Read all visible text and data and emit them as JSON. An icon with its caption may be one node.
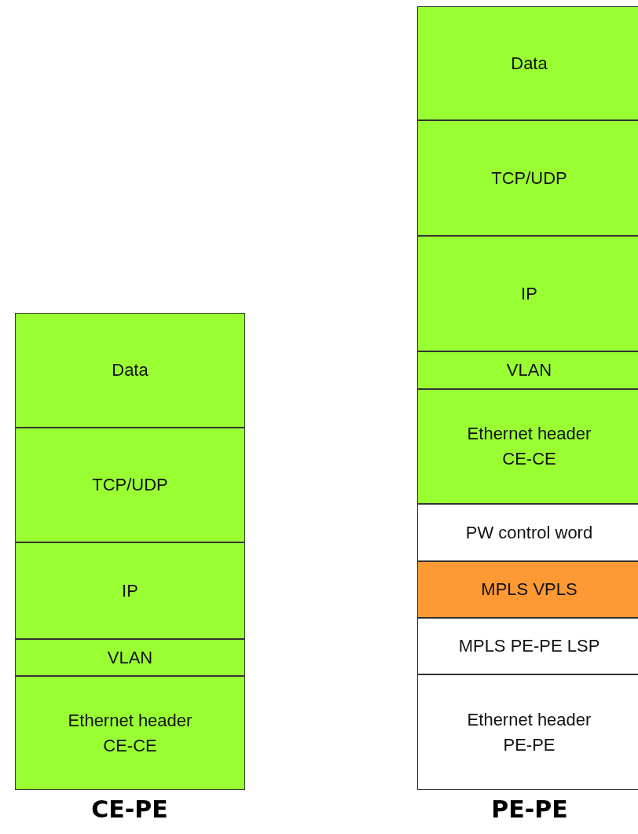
{
  "diagram": {
    "nodes": [
      {
        "text": [
          "Data"
        ]
      },
      {
        "text": [
          "TCP/UDP"
        ]
      },
      {
        "text": [
          "IP"
        ]
      },
      {
        "text": [
          "VLAN"
        ]
      },
      {
        "text": [
          "Ethernet header CE-CE"
        ]
      },
      {
        "text": [
          "Data"
        ]
      },
      {
        "text": [
          "TCP/UDP"
        ]
      },
      {
        "text": [
          "IP"
        ]
      },
      {
        "text": [
          "VLAN"
        ]
      },
      {
        "text": [
          "Ethernet header CE-CE"
        ]
      },
      {
        "text": [
          "PW control word"
        ]
      },
      {
        "text": [
          "MPLS VPLS"
        ]
      },
      {
        "text": [
          "MPLS PE-PE LSP"
        ]
      },
      {
        "text": [
          "Ethernet header PE-PE"
        ]
      }
    ],
    "edges": [],
    "labels": [
      "CE-PE",
      "PE-PE"
    ]
  }
}
